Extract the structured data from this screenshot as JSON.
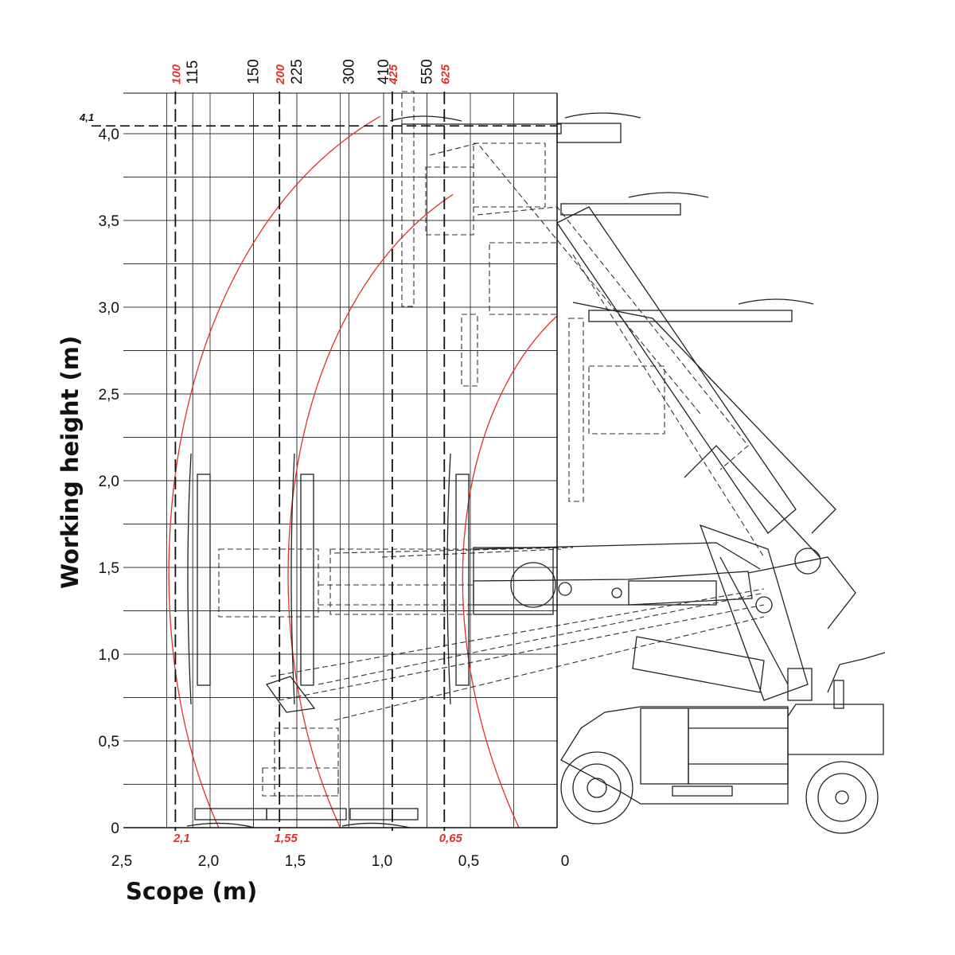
{
  "x_axis": {
    "title": "Scope (m)",
    "ticks": [
      {
        "label": "2,5",
        "value": 2.5
      },
      {
        "label": "2,0",
        "value": 2.0
      },
      {
        "label": "1,5",
        "value": 1.5
      },
      {
        "label": "1,0",
        "value": 1.0
      },
      {
        "label": "0,5",
        "value": 0.5
      },
      {
        "label": "0",
        "value": 0
      }
    ],
    "range": [
      0,
      2.5
    ],
    "reversed": true
  },
  "y_axis": {
    "title": "Working height (m)",
    "ticks": [
      {
        "label": "0",
        "value": 0
      },
      {
        "label": "0,5",
        "value": 0.5
      },
      {
        "label": "1,0",
        "value": 1.0
      },
      {
        "label": "1,5",
        "value": 1.5
      },
      {
        "label": "2,0",
        "value": 2.0
      },
      {
        "label": "2,5",
        "value": 2.5
      },
      {
        "label": "3,0",
        "value": 3.0
      },
      {
        "label": "3,5",
        "value": 3.5
      },
      {
        "label": "4,0",
        "value": 4.0
      }
    ],
    "range": [
      0,
      4.1
    ]
  },
  "max_height_mark": {
    "label": "4,1",
    "value": 4.1
  },
  "top_labels": [
    {
      "label": "100",
      "scope": 2.2,
      "highlight": true
    },
    {
      "label": "115",
      "scope": 2.1,
      "highlight": false
    },
    {
      "label": "150",
      "scope": 1.75,
      "highlight": false
    },
    {
      "label": "200",
      "scope": 1.6,
      "highlight": true
    },
    {
      "label": "225",
      "scope": 1.5,
      "highlight": false
    },
    {
      "label": "300",
      "scope": 1.2,
      "highlight": false
    },
    {
      "label": "410",
      "scope": 1.0,
      "highlight": false
    },
    {
      "label": "425",
      "scope": 0.95,
      "highlight": true
    },
    {
      "label": "550",
      "scope": 0.75,
      "highlight": false
    },
    {
      "label": "625",
      "scope": 0.65,
      "highlight": true
    }
  ],
  "reach_marks": [
    {
      "label": "2,1",
      "scope": 2.2
    },
    {
      "label": "1,55",
      "scope": 1.6
    },
    {
      "label": "0,65",
      "scope": 0.65
    }
  ],
  "reach_arcs": [
    {
      "start_scope": 1.95,
      "peak_scope": 1.02,
      "peak_height": 4.1
    },
    {
      "start_scope": 1.25,
      "peak_scope": 0.6,
      "peak_height": 3.65
    },
    {
      "start_scope": 0.22,
      "peak_scope": 0,
      "peak_height": 2.95
    }
  ],
  "colors": {
    "highlight": "#e0312b",
    "line": "#222222",
    "grid": "#333333"
  }
}
